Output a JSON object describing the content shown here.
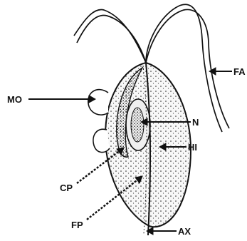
{
  "labels": {
    "fa": "FA",
    "mo": "MO",
    "n": "N",
    "hi": "HI",
    "cp": "CP",
    "fp": "FP",
    "ax": "AX"
  },
  "colors": {
    "stroke": "#111111",
    "body_fill": "#f7f7f7",
    "nucleus_fill": "#efefef"
  }
}
